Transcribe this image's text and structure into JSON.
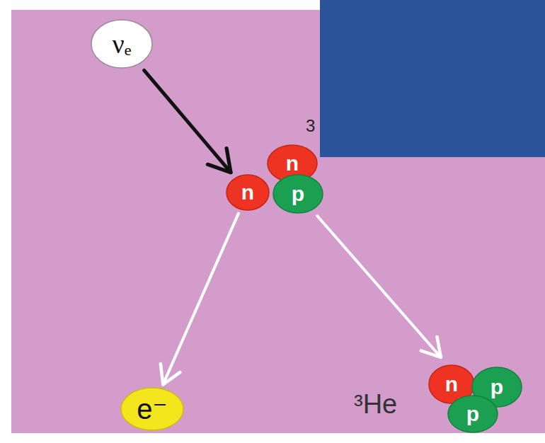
{
  "diagram": {
    "nodes": [
      {
        "text": [
          "νₑ"
        ]
      },
      {
        "text": [
          "n"
        ]
      },
      {
        "text": [
          "n"
        ]
      },
      {
        "text": [
          "p"
        ]
      },
      {
        "text": [
          "e⁻"
        ]
      },
      {
        "text": [
          "³He"
        ]
      },
      {
        "text": [
          "n"
        ],
        "in": 5
      },
      {
        "text": [
          "p"
        ],
        "in": 5
      },
      {
        "text": [
          "p"
        ],
        "in": 5
      }
    ],
    "edges": [
      {
        "from": 0,
        "to": 2,
        "arrow": "to"
      },
      {
        "from": 2,
        "to": 4,
        "arrow": "to"
      },
      {
        "from": 3,
        "to": 5,
        "arrow": "to"
      }
    ],
    "labels": [
      "3"
    ]
  }
}
